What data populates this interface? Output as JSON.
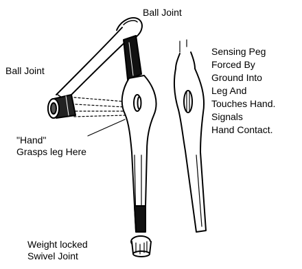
{
  "labels": {
    "ball_joint_top": "Ball Joint",
    "ball_joint_left": "Ball Joint",
    "hand_line1": "\"Hand\"",
    "hand_line2": "Grasps leg Here",
    "weight_line1": "Weight locked",
    "weight_line2": "Swivel Joint",
    "sensing_lines": [
      "Sensing Peg",
      "Forced By",
      "Ground Into",
      "Leg And",
      "Touches Hand.",
      "Signals",
      "Hand Contact."
    ]
  },
  "colors": {
    "ink": "#000000",
    "paper": "#ffffff"
  }
}
